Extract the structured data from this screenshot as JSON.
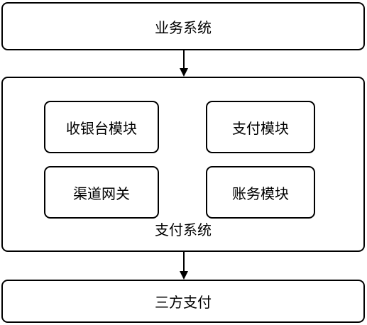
{
  "business_system": "业务系统",
  "payment_system": {
    "label": "支付系统",
    "modules": [
      {
        "label": "收银台模块"
      },
      {
        "label": "支付模块"
      },
      {
        "label": "渠道网关"
      },
      {
        "label": "账务模块"
      }
    ]
  },
  "third_party_payment": "三方支付",
  "colors": {
    "stroke": "#000000",
    "background": "#ffffff"
  }
}
